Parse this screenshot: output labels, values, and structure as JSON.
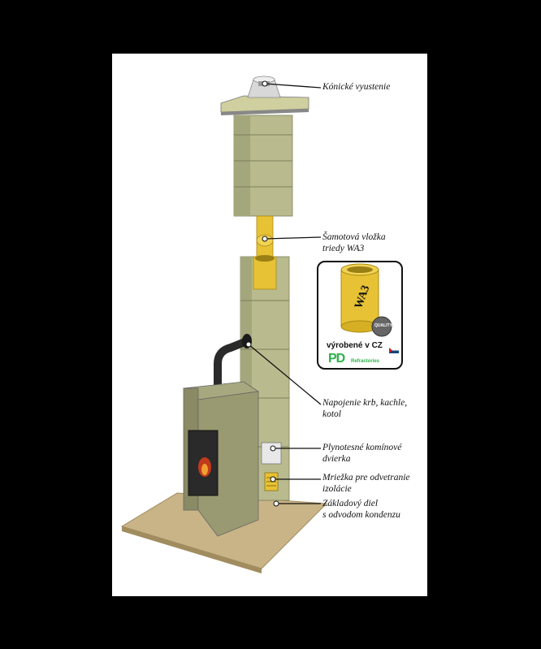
{
  "labels": {
    "conical_outlet": "Kónické vyustenie",
    "liner_line1": "Šamotová vložka",
    "liner_line2": "triedy WA3",
    "connection_line1": "Napojenie krb, kachle,",
    "connection_line2": "kotol",
    "door_line1": "Plynotesné komínové",
    "door_line2": "dvierka",
    "grille_line1": "Mriežka pre odvetranie",
    "grille_line2": "izolácie",
    "base_line1": "Základový diel",
    "base_line2": "s odvodom kondenzu"
  },
  "inset": {
    "liner_mark": "WA3",
    "made_in": "výrobené v CZ",
    "brand": "PD",
    "brand_sub": "Refractories",
    "seal": "QUALITY"
  },
  "colors": {
    "background": "#000000",
    "panel": "#ffffff",
    "block": "#b9bb8e",
    "block_shadow": "#8f9168",
    "liner": "#e8c235",
    "floor": "#c9b487",
    "stove": "#9a9a72",
    "brand_green": "#2bb34a"
  }
}
